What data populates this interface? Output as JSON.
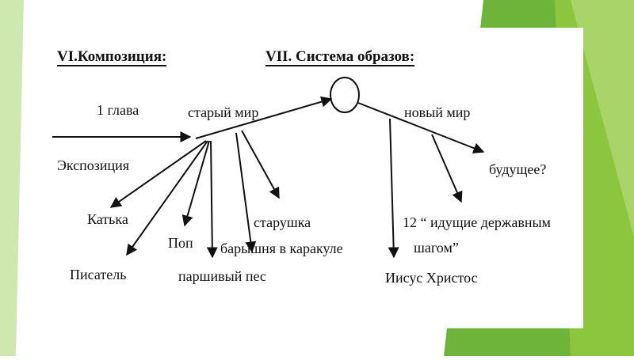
{
  "headers": {
    "composition": "VI.Композиция:",
    "images_system": "VII. Система образов:"
  },
  "labels": {
    "chapter": "1 глава",
    "exposition": "Экспозиция",
    "old_world": "старый мир",
    "new_world": "новый мир",
    "future": "будущее?",
    "katka": "Катька",
    "writer": "Писатель",
    "priest": "Поп",
    "mangy_dog": "паршивый пес",
    "old_woman": "старушка",
    "lady": "барышня в каракуле",
    "twelve_line1": "12  “ идущие державным",
    "twelve_line2": "шагом”",
    "jesus": "Иисус Христос"
  },
  "colors": {
    "accent_green": "#8cc63f",
    "dark_green": "#5a9b2a",
    "ink": "#111111"
  }
}
